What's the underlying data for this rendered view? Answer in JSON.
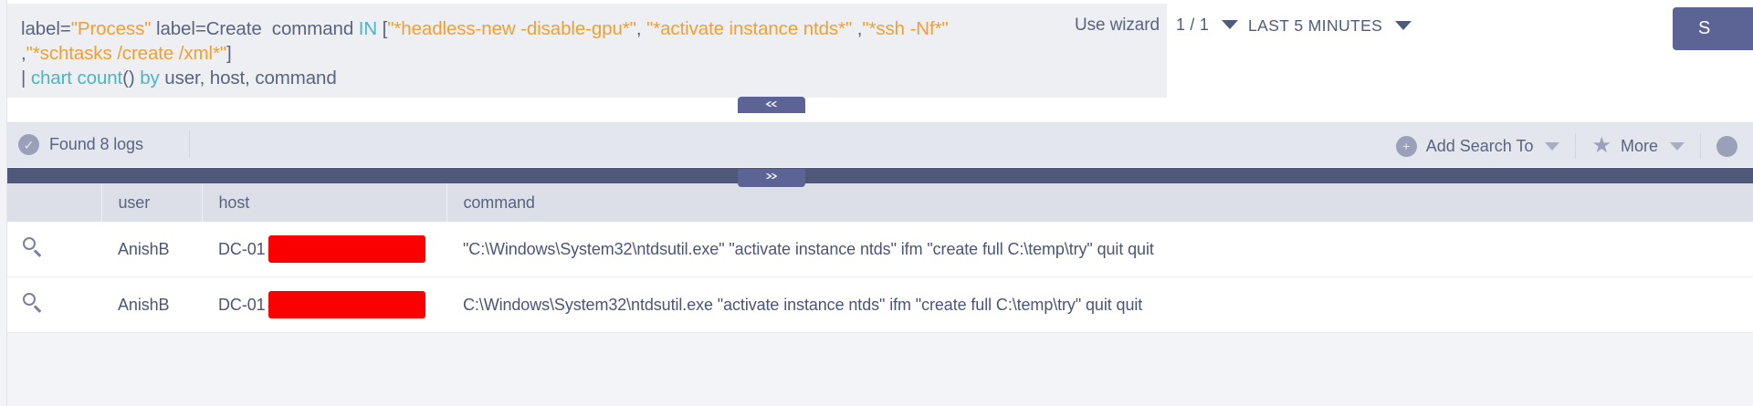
{
  "query": {
    "tokens": [
      {
        "text": "label=",
        "kind": "plain"
      },
      {
        "text": "\"Process\"",
        "kind": "string"
      },
      {
        "text": " label=Create  command ",
        "kind": "plain"
      },
      {
        "text": "IN",
        "kind": "key"
      },
      {
        "text": " [",
        "kind": "plain"
      },
      {
        "text": "\"*headless-new -disable-gpu*\"",
        "kind": "string"
      },
      {
        "text": ", ",
        "kind": "plain"
      },
      {
        "text": "\"*activate instance ntds*\"",
        "kind": "string"
      },
      {
        "text": " ,",
        "kind": "plain"
      },
      {
        "text": "\"*ssh -Nf*\"",
        "kind": "string"
      },
      {
        "text": "\n,",
        "kind": "plain"
      },
      {
        "text": "\"*schtasks /create /xml*\"",
        "kind": "string"
      },
      {
        "text": "]\n| ",
        "kind": "plain"
      },
      {
        "text": "chart count",
        "kind": "key"
      },
      {
        "text": "() ",
        "kind": "plain"
      },
      {
        "text": "by",
        "kind": "key"
      },
      {
        "text": " user, host, command",
        "kind": "plain"
      }
    ],
    "use_wizard_label": "Use wizard",
    "pager_label": "1 / 1",
    "time_range_label": "LAST 5 MINUTES",
    "search_button_label": "S"
  },
  "handles": {
    "collapse_up_icon": "chevron-up-icon",
    "collapse_up_glyph": "«",
    "collapse_down_icon": "chevron-down-icon",
    "collapse_down_glyph": "»"
  },
  "status": {
    "found_text": "Found 8 logs",
    "found_icon": "check-circle-icon",
    "add_search_to_label": "Add Search To",
    "add_search_to_icon": "plus-circle-icon",
    "more_label": "More",
    "more_icon": "star-icon"
  },
  "table": {
    "columns": [
      "",
      "user",
      "host",
      "command"
    ],
    "rows": [
      {
        "icon": "magnifier-icon",
        "user": "AnishB",
        "host": "DC-01",
        "host_redacted": true,
        "command": "\"C:\\Windows\\System32\\ntdsutil.exe\" \"activate instance ntds\" ifm \"create full C:\\temp\\try\" quit quit"
      },
      {
        "icon": "magnifier-icon",
        "user": "AnishB",
        "host": "DC-01",
        "host_redacted": true,
        "command": "C:\\Windows\\System32\\ntdsutil.exe \"activate instance ntds\" ifm \"create full C:\\temp\\try\" quit quit"
      }
    ]
  },
  "colors": {
    "accent": "#5b6494",
    "navy_rule": "#4f5878",
    "string_token": "#f0a030",
    "keyword_token": "#49b6c4",
    "redaction": "#fb0000"
  }
}
